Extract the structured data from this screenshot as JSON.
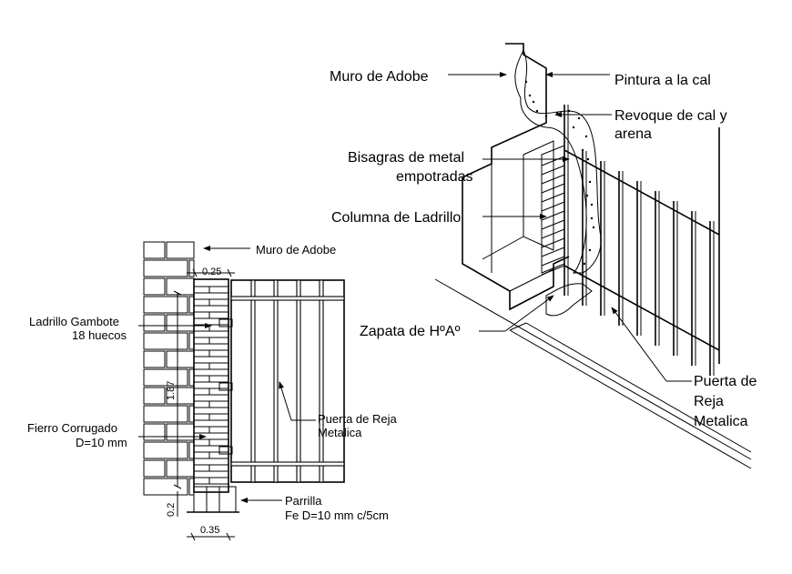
{
  "elevation": {
    "labels": {
      "muro_adobe": "Muro de Adobe",
      "ladrillo_line1": "Ladrillo Gambote",
      "ladrillo_line2": "18 huecos",
      "fierro_line1": "Fierro Corrugado",
      "fierro_line2": "D=10 mm",
      "puerta_line1": "Puerta de Reja",
      "puerta_line2": "Metalica",
      "parrilla_line1": "Parrilla",
      "parrilla_line2": "Fe D=10 mm c/5cm"
    },
    "dimensions": {
      "top_width": "0.25",
      "height": "1.87",
      "base_height": "0.2",
      "bottom_width": "0.35"
    }
  },
  "isometric": {
    "labels": {
      "muro_adobe": "Muro de Adobe",
      "pintura": "Pintura a la cal",
      "revoque_line1": "Revoque de cal y",
      "revoque_line2": "arena",
      "bisagras_line1": "Bisagras de metal",
      "bisagras_line2": "empotradas",
      "columna": "Columna de Ladrillo",
      "zapata": "Zapata de HºAº",
      "puerta_line1": "Puerta de",
      "puerta_line2": "Reja",
      "puerta_line3": "Metalica"
    }
  }
}
